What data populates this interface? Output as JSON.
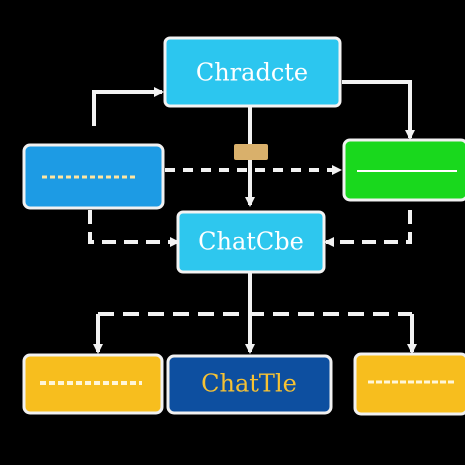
{
  "diagram": {
    "background": "#000000",
    "nodes": {
      "top": {
        "label": "Chradcte",
        "fill": "#2cc6ef",
        "text_color": "#ffffff"
      },
      "left": {
        "label": "",
        "fill": "#1d9be4",
        "text_color": "#ffe6a0"
      },
      "right": {
        "label": "",
        "fill": "#19d81d",
        "text_color": "#ffffff"
      },
      "center": {
        "label": "ChatCbe",
        "fill": "#2ec7ee",
        "text_color": "#ffffff"
      },
      "bottom_left": {
        "label": "",
        "fill": "#f7be1e",
        "text_color": "#fff6d8"
      },
      "bottom_center": {
        "label": "ChatTle",
        "fill": "#0d4fa0",
        "text_color": "#f6c234"
      },
      "bottom_right": {
        "label": "",
        "fill": "#f7be1e",
        "text_color": "#fff6d8"
      }
    },
    "connector_color": "#f2f2f2",
    "tag_color": "#d9b06b"
  }
}
